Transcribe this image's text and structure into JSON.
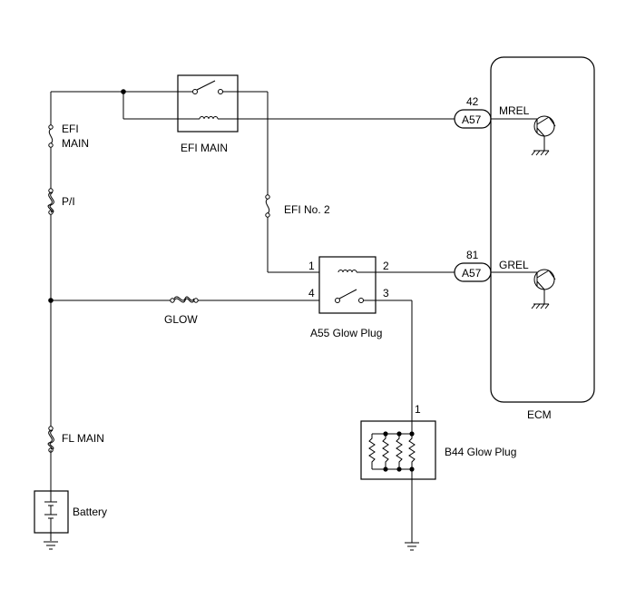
{
  "labels": {
    "efi_main_fuse": "EFI",
    "efi_main_fuse_2": "MAIN",
    "pi_fuse": "P/I",
    "fl_main_fuse": "FL MAIN",
    "battery": "Battery",
    "efi_main_relay": "EFI MAIN",
    "efi_no2_fuse": "EFI No. 2",
    "glow_fuse": "GLOW",
    "glow_relay": "A55 Glow Plug",
    "glow_plug": "B44 Glow Plug",
    "ecm": "ECM"
  },
  "pins": {
    "relay_1": "1",
    "relay_2": "2",
    "relay_3": "3",
    "relay_4": "4",
    "glow_plug_1": "1",
    "mrel_pin": "42",
    "grel_pin": "81"
  },
  "connectors": {
    "mrel_conn": "A57",
    "grel_conn": "A57"
  },
  "signals": {
    "mrel": "MREL",
    "grel": "GREL"
  }
}
